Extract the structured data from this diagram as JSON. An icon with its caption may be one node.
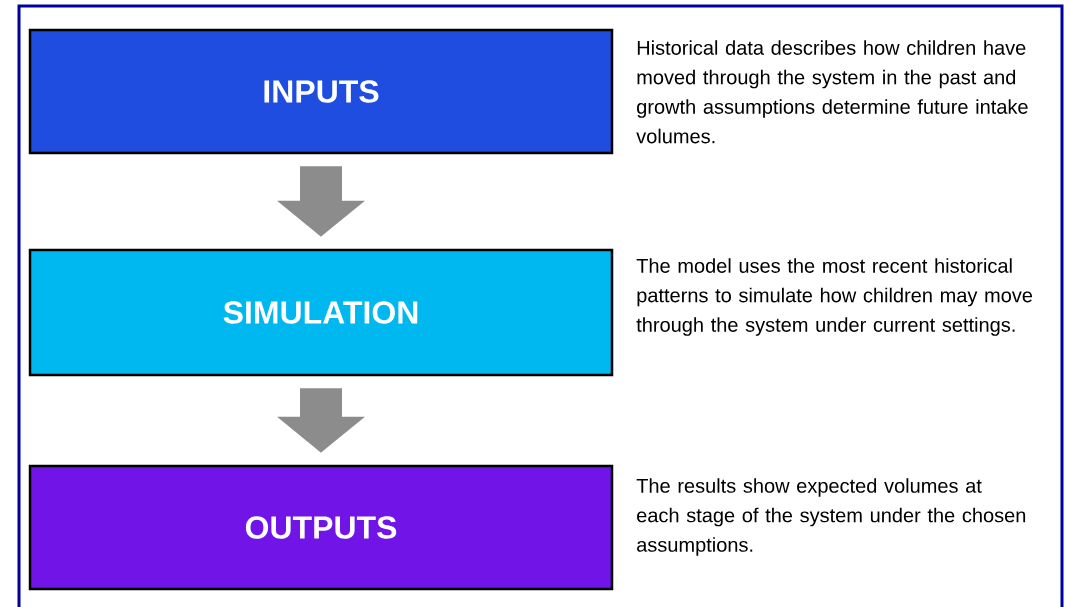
{
  "diagram": {
    "nodes": [
      {
        "text": [
          "INPUTS"
        ],
        "beside": [
          "Historical data describes how children have moved through the system in the past and growth assumptions determine future intake volumes."
        ]
      },
      {
        "text": [
          "SIMULATION"
        ],
        "beside": [
          "The model uses the most recent historical patterns to simulate how children may move through the system under current settings."
        ]
      },
      {
        "text": [
          "OUTPUTS"
        ],
        "beside": [
          "The results show expected volumes at each stage of the system under the chosen assumptions."
        ]
      }
    ],
    "edges": [
      {
        "from": 0,
        "to": 1,
        "arrow": "to"
      },
      {
        "from": 1,
        "to": 2,
        "arrow": "to"
      }
    ]
  }
}
